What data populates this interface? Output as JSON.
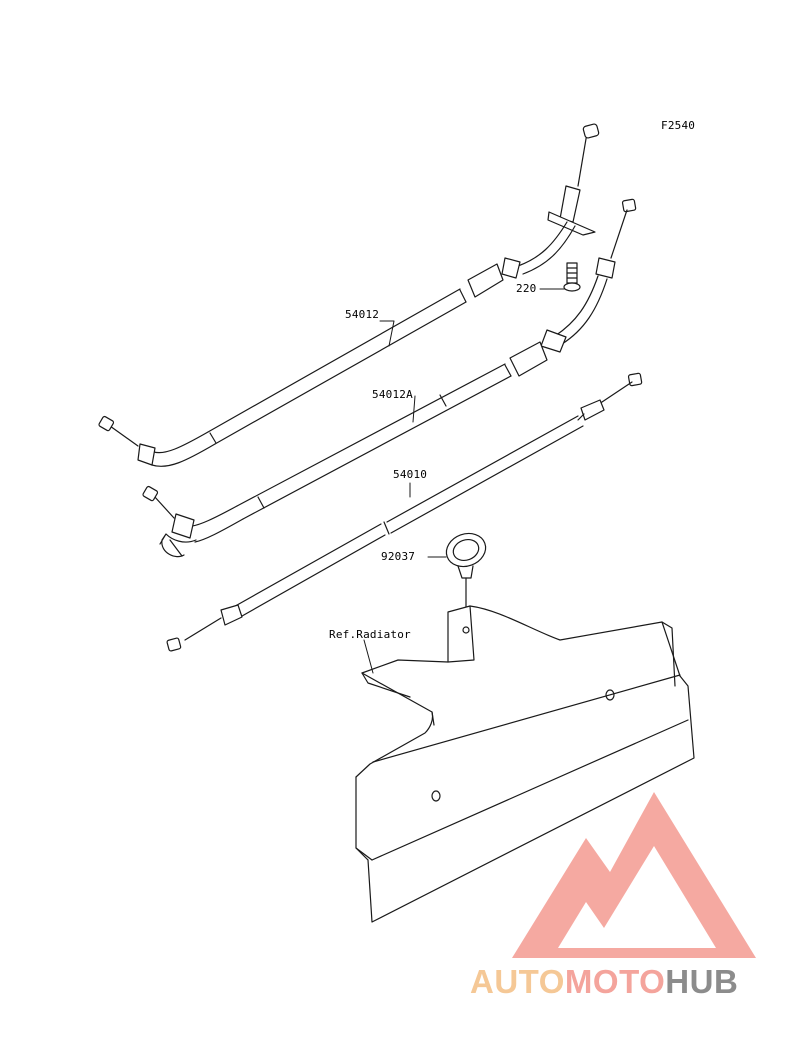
{
  "figure_code": "F2540",
  "callouts": {
    "c54012": "54012",
    "c54012a": "54012A",
    "c54010": "54010",
    "c220": "220",
    "c92037": "92037",
    "ref_radiator": "Ref.Radiator"
  },
  "watermark": {
    "part1": "AUTO",
    "part2": "MOTO",
    "part3": "HUB"
  },
  "colors": {
    "line": "#1a1a1a",
    "watermark_orange": "#f5c896",
    "watermark_red": "#f4a49c",
    "watermark_gray": "#8c8c8c"
  }
}
